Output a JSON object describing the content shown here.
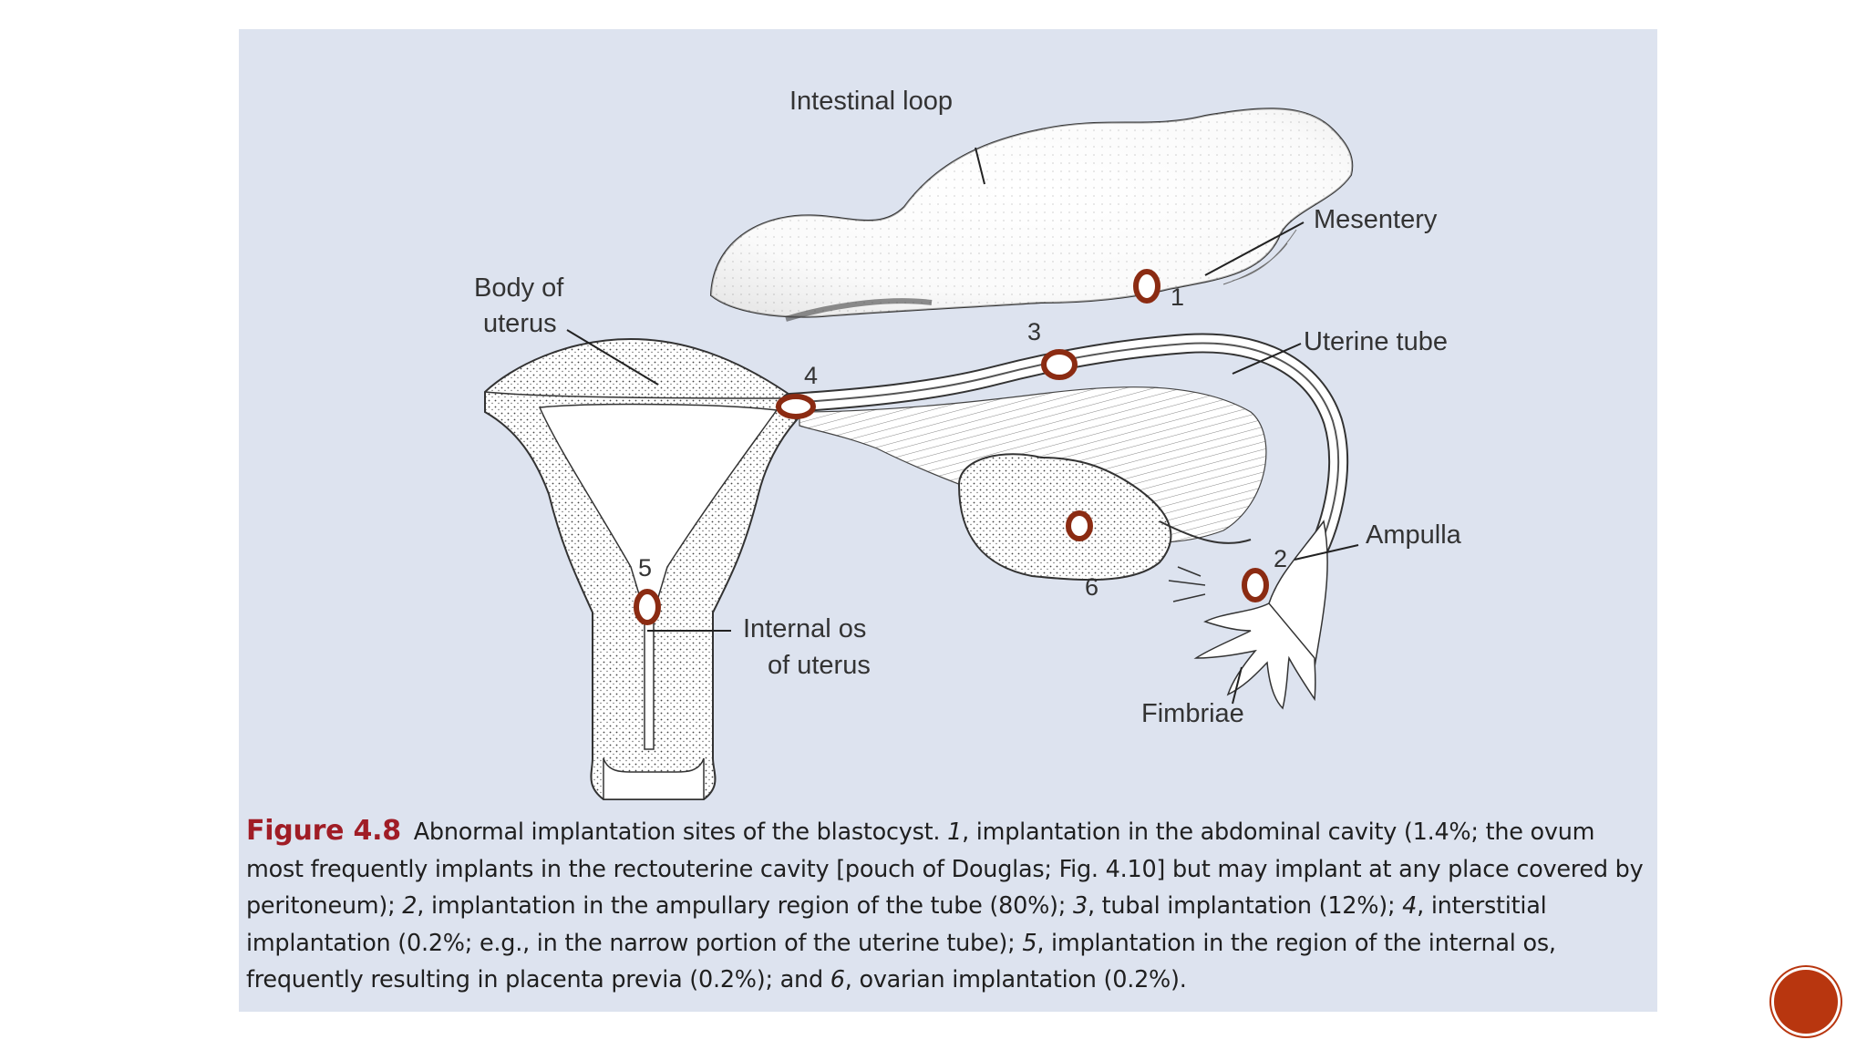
{
  "figure": {
    "labels": {
      "intestinal_loop": "Intestinal loop",
      "mesentery": "Mesentery",
      "body_of_uterus_1": "Body of",
      "body_of_uterus_2": "uterus",
      "uterine_tube": "Uterine tube",
      "ampulla": "Ampulla",
      "internal_os_1": "Internal os",
      "internal_os_2": "of uterus",
      "fimbriae": "Fimbriae"
    },
    "sites": [
      "1",
      "2",
      "3",
      "4",
      "5",
      "6"
    ],
    "caption": {
      "label": "Figure 4.8",
      "p1": " Abnormal implantation sites of the blastocyst. ",
      "n1": "1",
      "p2": ", implantation in the abdominal cavity (1.4%; the ovum most frequently implants in the rectouterine cavity [pouch of Douglas; Fig. 4.10] but may implant at any place covered by peritoneum); ",
      "n2": "2",
      "p3": ", implantation in the ampullary region of the tube (80%); ",
      "n3": "3",
      "p4": ", tubal implantation (12%); ",
      "n4": "4",
      "p5": ", interstitial implantation (0.2%; e.g., in the narrow portion of the uterine tube); ",
      "n5": "5",
      "p6": ", implantation in the region of the internal os, frequently resulting in placenta previa (0.2%); and ",
      "n6": "6",
      "p7": ", ovarian implantation (0.2%)."
    }
  },
  "colors": {
    "figure_background": "#dde3ef",
    "figure_label": "#a01d26",
    "implant_site": "#8b2b12",
    "nav_button": "#b8360f"
  },
  "icons": {
    "nav_button": "circle-button-icon"
  }
}
